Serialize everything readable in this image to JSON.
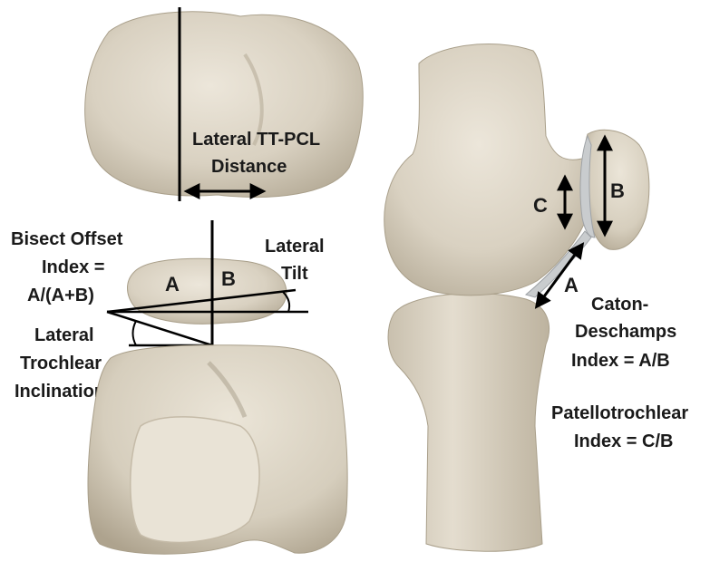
{
  "colors": {
    "bone": "#d9d1c1",
    "bone_shadow": "#b5ab97",
    "bone_highlight": "#ece6da",
    "cartilage": "#c9ccce",
    "line": "#000000",
    "text": "#1a1a1a",
    "background": "#ffffff"
  },
  "labels": {
    "tt_pcl_line1": "Lateral TT-PCL",
    "tt_pcl_line2": "Distance",
    "bisect_line1": "Bisect Offset",
    "bisect_line2": "Index =",
    "bisect_line3": "A/(A+B)",
    "lateral_tilt_line1": "Lateral",
    "lateral_tilt_line2": "Tilt",
    "trochlear_line1": "Lateral",
    "trochlear_line2": "Trochlear",
    "trochlear_line3": "Inclination",
    "axial_a": "A",
    "axial_b": "B",
    "sagittal_a": "A",
    "sagittal_b": "B",
    "sagittal_c": "C",
    "caton_line1": "Caton-",
    "caton_line2": "Deschamps",
    "caton_line3": "Index = A/B",
    "patello_line1": "Patellotrochlear",
    "patello_line2": "Index = C/B"
  }
}
